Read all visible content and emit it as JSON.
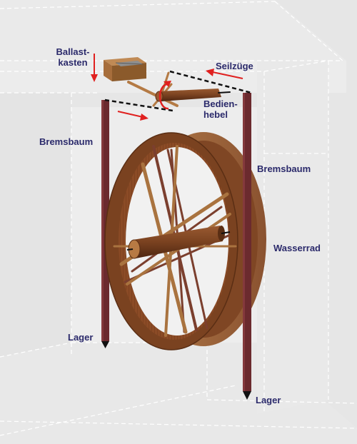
{
  "labels": {
    "ballastkasten_line1": "Ballast-",
    "ballastkasten_line2": "kasten",
    "seilzuege": "Seilzüge",
    "bedienhebel_line1": "Bedien-",
    "bedienhebel_line2": "hebel",
    "bremsbaum_left": "Bremsbaum",
    "bremsbaum_right": "Bremsbaum",
    "wasserrad": "Wasserrad",
    "lager_left": "Lager",
    "lager_right": "Lager"
  },
  "colors": {
    "label_text": "#2b2a6b",
    "arrow_red": "#e0201f",
    "wheel_wood": "#7a4220",
    "spoke_light": "#a9733f",
    "spoke_dark": "#7b3f2e",
    "bremsbaum": "#6b2a2e",
    "room_background": "#e6e6e6",
    "room_dashes": "#ffffff"
  }
}
